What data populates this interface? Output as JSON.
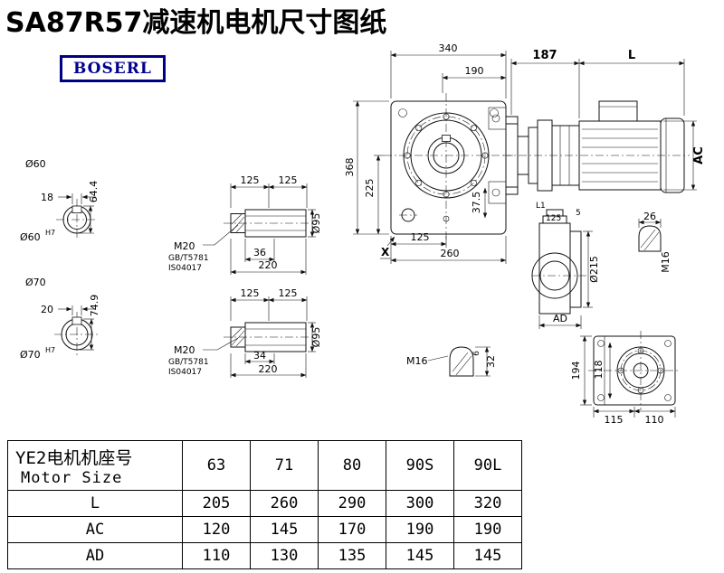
{
  "page": {
    "title": "SA87R57减速机电机尺寸图纸",
    "logo": "BOSERL"
  },
  "dims": {
    "top_width": "340",
    "flange_width": "190",
    "motor_front": "187",
    "motor_len": "L",
    "body_height": "368",
    "center_height": "225",
    "foot_offset": "37.5",
    "half_width": "125",
    "base_width": "260",
    "x_mark": "X",
    "ac": "AC",
    "ad": "AD",
    "l1": "L1",
    "step5": "5",
    "key26": "26",
    "m16": "M16",
    "flange_dia": "Ø215",
    "rear_height": "194",
    "rear_inner": "118",
    "foot115": "115",
    "foot110": "110",
    "key6": "6",
    "key32": "32",
    "shaft1_dia": "Ø60",
    "shaft1_fit": "H7",
    "shaft1_key_w": "18",
    "shaft1_key_h": "64.4",
    "shaft2_dia": "Ø70",
    "shaft2_fit": "H7",
    "shaft2_key_w": "20",
    "shaft2_key_h": "74.9",
    "m20": "M20",
    "std_gb": "GB/T5781",
    "std_iso": "IS04017",
    "shaft1_key_len": "36",
    "shaft2_key_len": "34",
    "shaft_len": "220",
    "hub_dia": "Ø95"
  },
  "table": {
    "header_cn": "YE2电机机座号",
    "header_en": "Motor Size",
    "sizes": [
      "63",
      "71",
      "80",
      "90S",
      "90L"
    ],
    "rows": [
      {
        "label": "L",
        "values": [
          "205",
          "260",
          "290",
          "300",
          "320"
        ]
      },
      {
        "label": "AC",
        "values": [
          "120",
          "145",
          "170",
          "190",
          "190"
        ]
      },
      {
        "label": "AD",
        "values": [
          "110",
          "130",
          "135",
          "145",
          "145"
        ]
      }
    ]
  }
}
